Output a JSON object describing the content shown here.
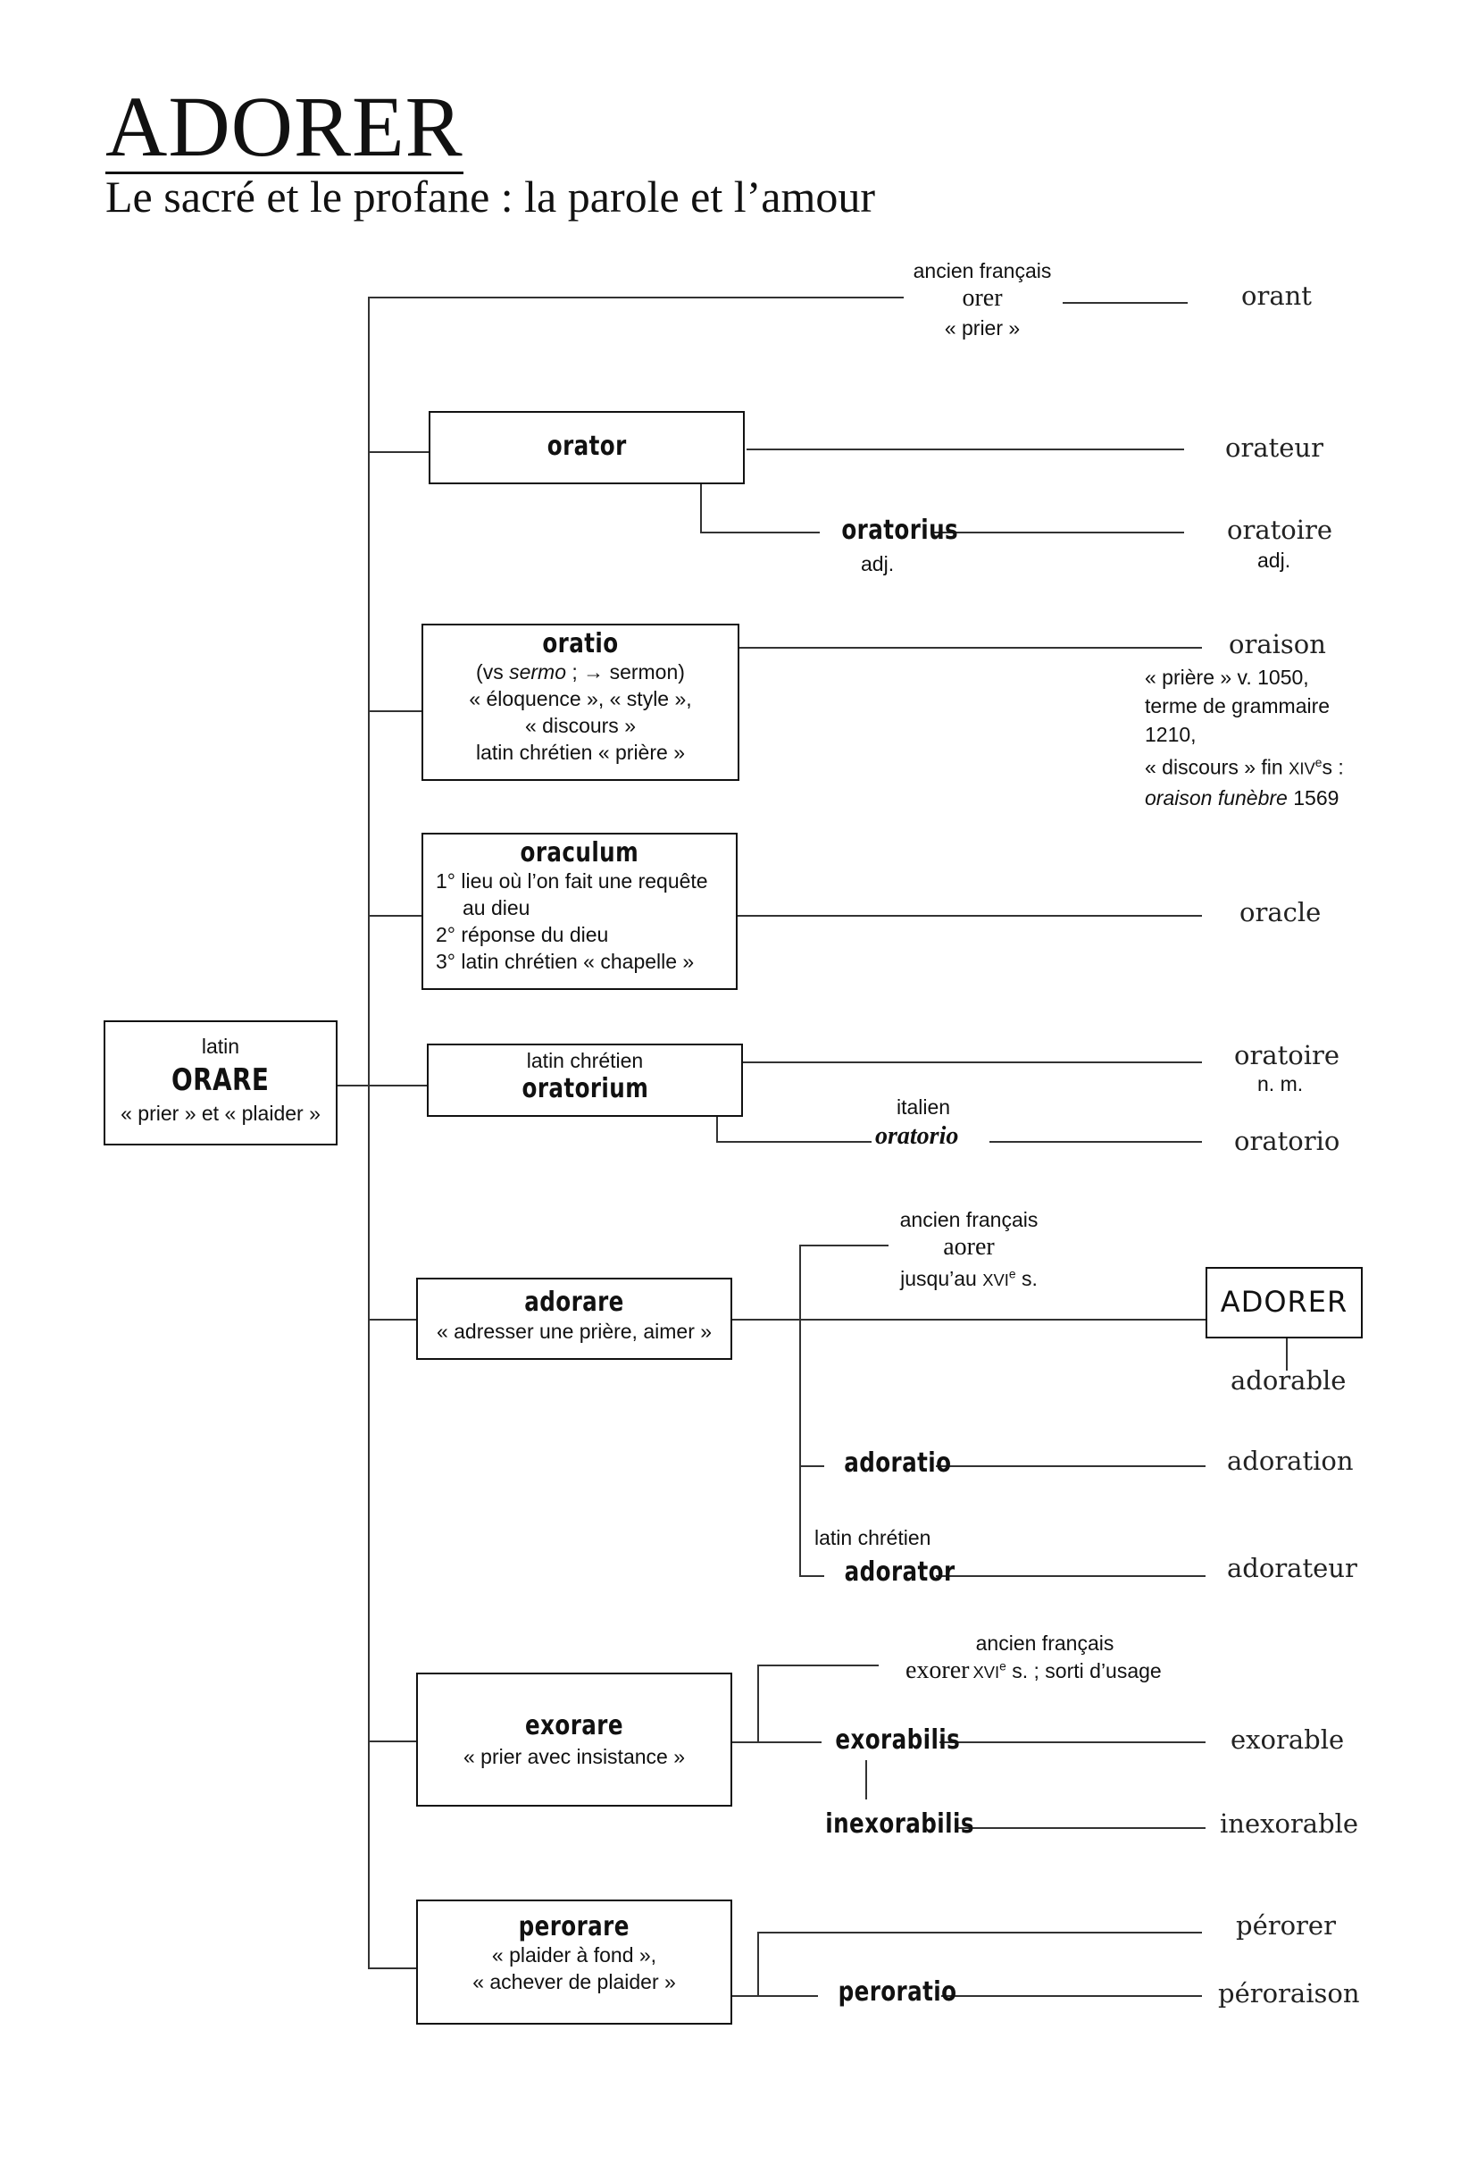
{
  "header": {
    "title": "ADORER",
    "subtitle": "Le sacré et le profane : la parole et l’amour"
  },
  "root": {
    "note": "latin",
    "word": "ORARE",
    "gloss": "« prier » et « plaider »"
  },
  "orer": {
    "note": "ancien français",
    "word": "orer",
    "gloss": "« prier »",
    "fr": "orant"
  },
  "orator": {
    "word": "orator",
    "fr": "orateur"
  },
  "oratorius": {
    "word": "oratorius",
    "pos": "adj.",
    "fr": "oratoire",
    "fr_pos": "adj."
  },
  "oratio": {
    "word": "oratio",
    "line1_a": "(vs ",
    "line1_sermo": "sermo",
    "line1_b": " ; → sermon)",
    "line2": "« éloquence », « style »,",
    "line3": "« discours »",
    "line4": "latin chrétien « prière »",
    "fr": "oraison",
    "fr_l1": "« prière » v. 1050,",
    "fr_l2": "terme de grammaire",
    "fr_l3": "1210,",
    "fr_l4a": "« discours » fin ",
    "fr_l4sc": "XIV",
    "fr_l4sup": "e",
    "fr_l4b": "s :",
    "fr_l5a": "oraison funèbre",
    "fr_l5b": " 1569"
  },
  "oraculum": {
    "word": "oraculum",
    "l1": "1° lieu où l’on fait une requête",
    "l2": "au dieu",
    "l3": "2° réponse du dieu",
    "l4": "3° latin chrétien « chapelle »",
    "fr": "oracle"
  },
  "oratorium": {
    "note": "latin chrétien",
    "word": "oratorium",
    "fr": "oratoire",
    "fr_pos": "n. m.",
    "it_note": "italien",
    "it_word": "oratorio",
    "fr2": "oratorio"
  },
  "adorare": {
    "word": "adorare",
    "gloss": "« adresser une prière, aimer »",
    "af_note": "ancien français",
    "af_word": "aorer",
    "af_date_a": "jusqu’au ",
    "af_date_sc": "XVI",
    "af_date_sup": "e",
    "af_date_b": " s.",
    "fr": "ADORER",
    "fr2": "adorable",
    "adoratio": "adoratio",
    "adoratio_fr": "adoration",
    "adorator_note": "latin chrétien",
    "adorator": "adorator",
    "adorator_fr": "adorateur"
  },
  "exorare": {
    "word": "exorare",
    "gloss": "« prier avec insistance »",
    "af_note": "ancien français",
    "af_word": "exorer",
    "af_date_sc": "XVI",
    "af_date_sup": "e",
    "af_date_b": " s. ; sorti d’usage",
    "exorabilis": "exorabilis",
    "exorabilis_fr": "exorable",
    "inexorabilis": "inexorabilis",
    "inexorabilis_fr": "inexorable"
  },
  "perorare": {
    "word": "perorare",
    "gloss1": "« plaider à fond »,",
    "gloss2": "« achever de plaider »",
    "fr": "pérorer",
    "peroratio": "peroratio",
    "peroratio_fr": "péroraison"
  }
}
